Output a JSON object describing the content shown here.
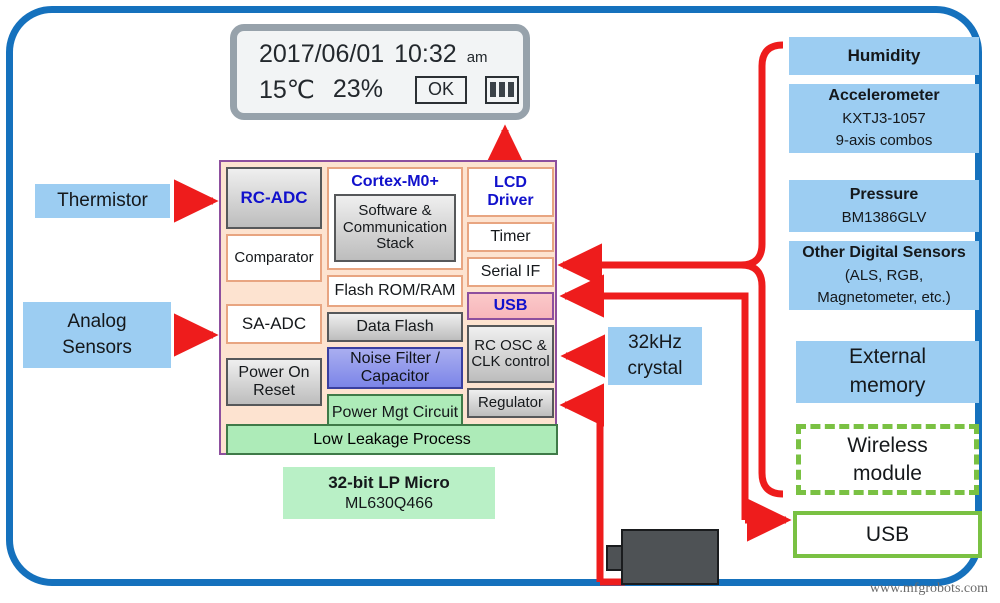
{
  "frame": {
    "accent_color": "#1571bd"
  },
  "display": {
    "name": "lcd-display-panel",
    "date": "2017/06/01",
    "time": "10:32",
    "ampm": "am",
    "temperature": "15℃",
    "humidity": "23%",
    "ok_label": "OK",
    "battery_icon": "battery-icon",
    "bezel_color": "#97a2ab",
    "screen_color": "#f2f4f5"
  },
  "mcu": {
    "name": "32-bit-lp-micro-chip",
    "border_color": "#8d4f9e",
    "background": "#fde3d0",
    "left_column": [
      {
        "label": "RC-ADC",
        "style": "grey"
      },
      {
        "label": "Comparator",
        "style": "white"
      },
      {
        "label": "SA-ADC",
        "style": "white"
      },
      {
        "label": "Power On Reset",
        "style": "grey"
      }
    ],
    "middle_column": {
      "cortex_title": "Cortex-M0+",
      "cortex_box": "Software & Communication Stack",
      "blocks": [
        {
          "label": "Flash ROM/RAM",
          "style": "white"
        },
        {
          "label": "Data Flash",
          "style": "grey"
        },
        {
          "label": "Noise Filter / Capacitor",
          "style": "purple"
        },
        {
          "label": "Power Mgt Circuit",
          "style": "green"
        }
      ]
    },
    "right_column": [
      {
        "label": "LCD Driver",
        "style": "white-accent"
      },
      {
        "label": "Timer",
        "style": "white"
      },
      {
        "label": "Serial IF",
        "style": "white"
      },
      {
        "label": "USB",
        "style": "pink"
      },
      {
        "label": "RC OSC & CLK control",
        "style": "grey"
      },
      {
        "label": "Regulator",
        "style": "grey"
      }
    ],
    "footer_band": "Low Leakage Process"
  },
  "caption": {
    "title": "32-bit LP Micro",
    "part_number": "ML630Q466",
    "background": "#b9f0c6"
  },
  "left_blocks": [
    {
      "name": "thermistor-block",
      "label": "Thermistor"
    },
    {
      "name": "analog-sensors-block",
      "label": "Analog\nSensors"
    }
  ],
  "analog_sensors": {
    "line1": "Analog",
    "line2": "Sensors"
  },
  "thermistor": {
    "label": "Thermistor"
  },
  "right_blocks": {
    "humidity": {
      "title": "Humidity"
    },
    "accelerometer": {
      "title": "Accelerometer",
      "part": "KXTJ3-1057",
      "note": "9-axis combos"
    },
    "pressure": {
      "title": "Pressure",
      "part": "BM1386GLV"
    },
    "other_sensors": {
      "title": "Other Digital Sensors",
      "line2": "(ALS, RGB,",
      "line3": "Magnetometer, etc.)"
    },
    "external_memory": {
      "line1": "External",
      "line2": "memory"
    },
    "wireless_module": {
      "line1": "Wireless",
      "line2": "module",
      "border_color": "#7ac143"
    },
    "usb": {
      "label": "USB",
      "border_color": "#7ac143"
    }
  },
  "crystal": {
    "line1": "32kHz",
    "line2": "crystal"
  },
  "connector": {
    "name": "power-connector",
    "color": "#4e5255"
  },
  "watermark": {
    "text": "www.mfgrobots.com"
  },
  "colors": {
    "sensor_blue": "#9ccdf2",
    "arrow_red": "#ee1c1c",
    "green_accent": "#7ac143",
    "purple_border": "#8d4f9e"
  }
}
